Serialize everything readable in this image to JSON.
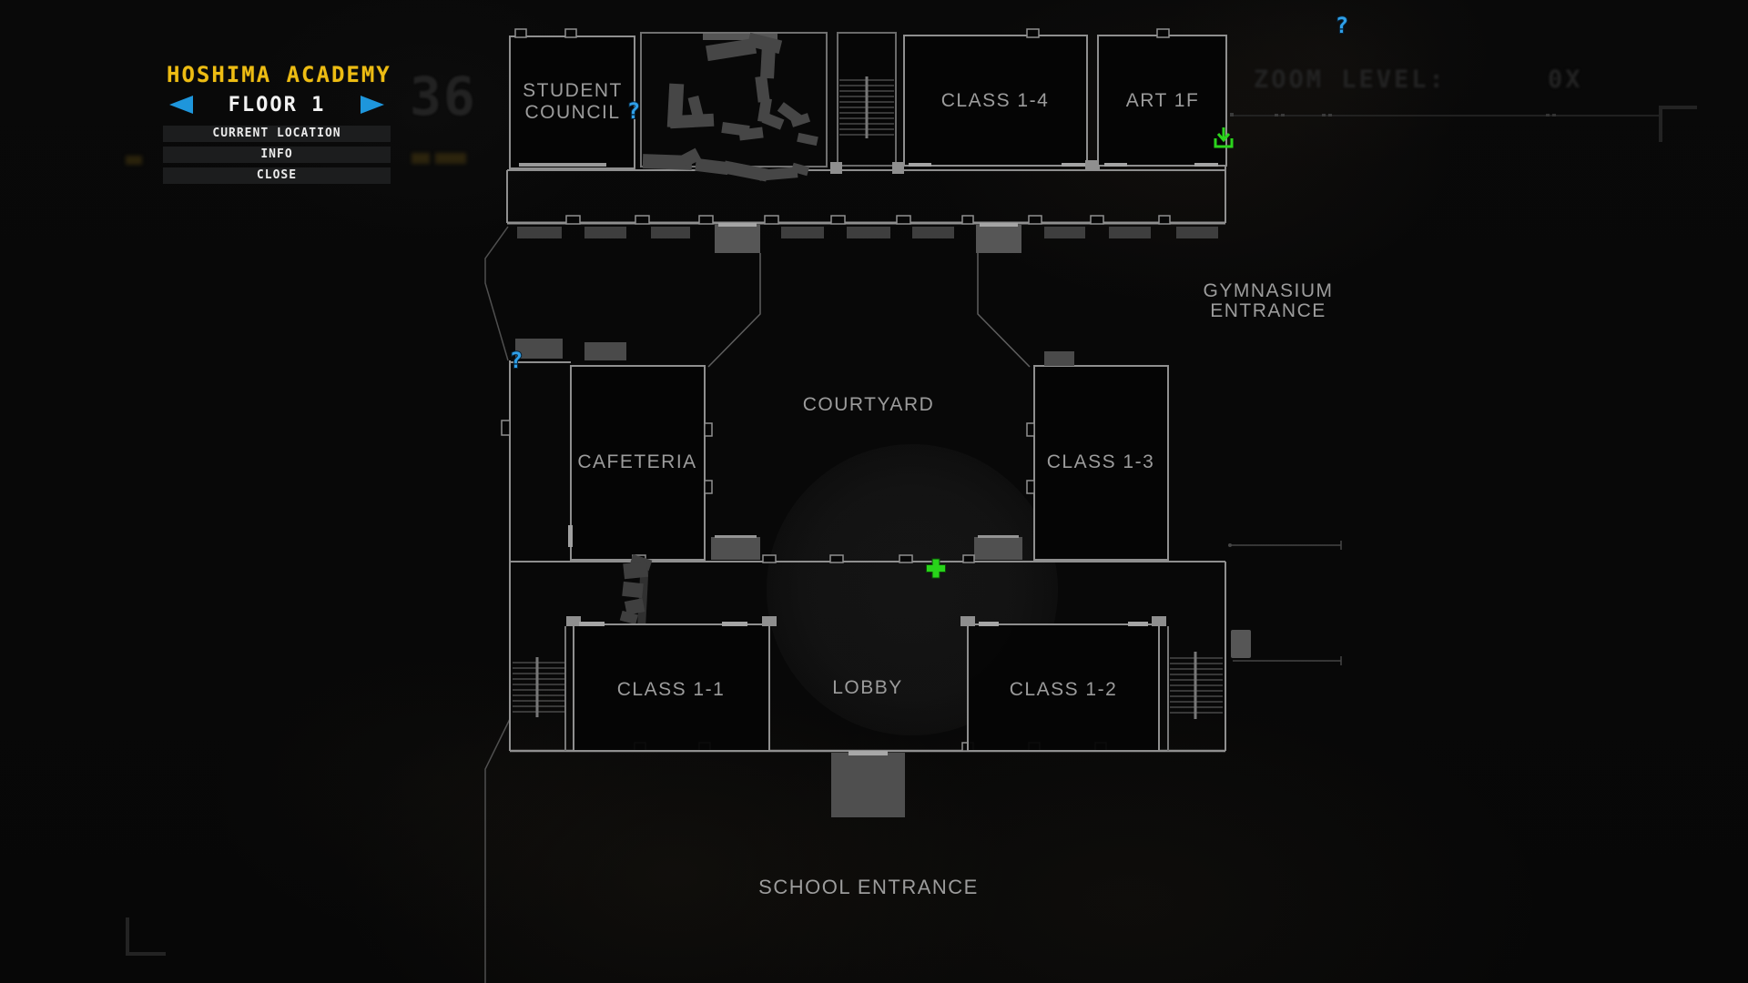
{
  "panel": {
    "title": "HOSHIMA ACADEMY",
    "floor": "FLOOR 1",
    "items": [
      "CURRENT LOCATION",
      "INFO",
      "CLOSE"
    ]
  },
  "map": {
    "student_council_line1": "STUDENT",
    "student_council_line2": "COUNCIL",
    "class_1_4": "CLASS 1-4",
    "art_1f": "ART 1F",
    "gym_line1": "GYMNASIUM",
    "gym_line2": "ENTRANCE",
    "cafeteria": "CAFETERIA",
    "courtyard": "COURTYARD",
    "class_1_3": "CLASS 1-3",
    "class_1_1": "CLASS 1-1",
    "lobby": "LOBBY",
    "class_1_2": "CLASS 1-2",
    "school_entrance": "SCHOOL ENTRANCE"
  },
  "markers": {
    "question": "?"
  },
  "hud": {
    "timer_fragment": "36",
    "zoom_label": "ZOOM LEVEL:",
    "zoom_value": "0X"
  },
  "colors": {
    "title_yellow": "#edbc13",
    "arrow_blue": "#1e96dc",
    "question_blue": "#2f9fe8",
    "player_green": "#2bd41c",
    "wall_gray": "#8f8f8f",
    "label_gray": "#9c9c9c"
  }
}
